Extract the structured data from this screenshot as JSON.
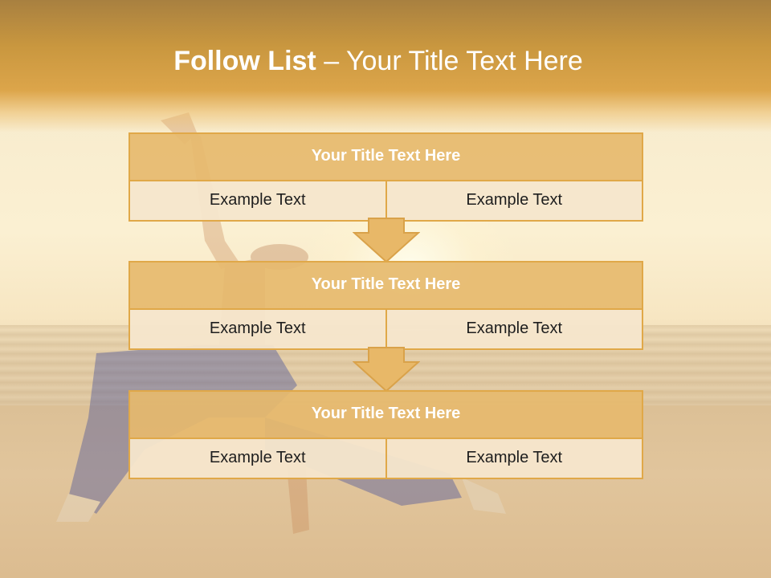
{
  "slide": {
    "title_bold": "Follow List",
    "title_rest": "– Your Title Text Here",
    "colors": {
      "header": "#dca54a",
      "box_border": "#e0a848",
      "box_header_fill": "#e6ba6e",
      "box_row_fill": "#f6e6cc",
      "arrow_fill": "#e8b868"
    },
    "boxes": [
      {
        "title": "Your Title Text Here",
        "cells": [
          "Example Text",
          "Example Text"
        ]
      },
      {
        "title": "Your Title Text Here",
        "cells": [
          "Example Text",
          "Example Text"
        ]
      },
      {
        "title": "Your Title Text Here",
        "cells": [
          "Example Text",
          "Example Text"
        ]
      }
    ],
    "arrow_icon": "down-arrow-icon"
  }
}
